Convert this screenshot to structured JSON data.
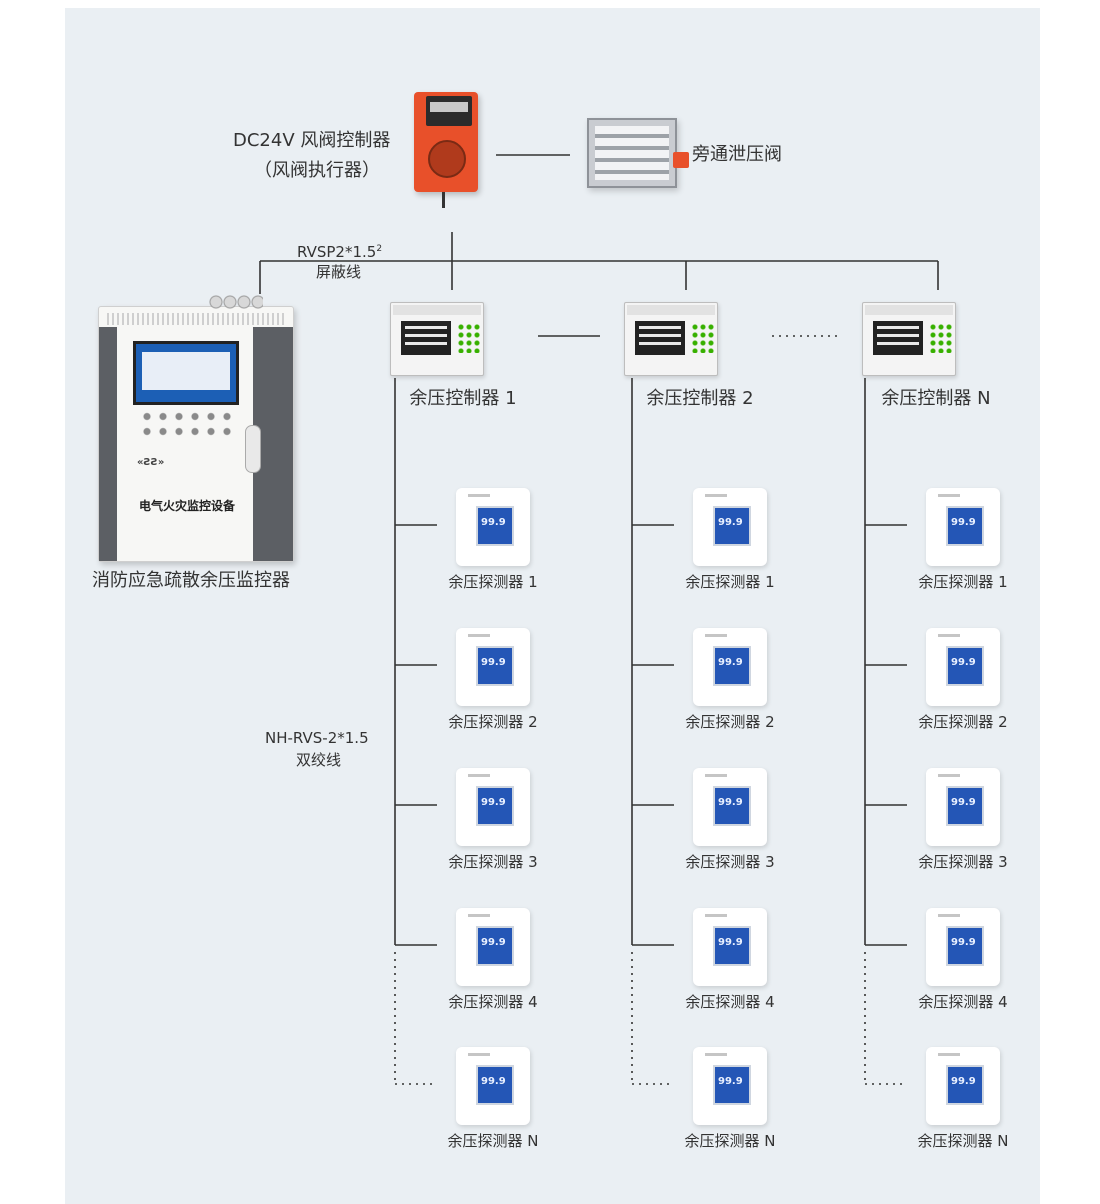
{
  "top": {
    "actuator_label_line1": "DC24V 风阀控制器",
    "actuator_label_line2": "（风阀执行器）",
    "valve_label": "旁通泄压阀"
  },
  "bus_cable": {
    "line1": "RVSP2*1.5",
    "superscript": "2",
    "line2": "屏蔽线"
  },
  "monitor_label": "消防应急疏散余压监控器",
  "cabinet_brand": "电气火灾监控设备",
  "cabinet_logo": "«ƧƧ»",
  "detector_cable": {
    "line1": "NH-RVS-2*1.5",
    "line2": "双绞线"
  },
  "controllers": [
    {
      "label": "余压控制器 1",
      "detectors": [
        "余压探测器 1",
        "余压探测器 2",
        "余压探测器 3",
        "余压探测器 4",
        "余压探测器 N"
      ]
    },
    {
      "label": "余压控制器 2",
      "detectors": [
        "余压探测器 1",
        "余压探测器 2",
        "余压探测器 3",
        "余压探测器 4",
        "余压探测器 N"
      ]
    },
    {
      "label": "余压控制器 N",
      "detectors": [
        "余压探测器 1",
        "余压探测器 2",
        "余压探测器 3",
        "余压探测器 4",
        "余压探测器 N"
      ]
    }
  ],
  "colors": {
    "panel": "#eaeff3",
    "wire": "#333333",
    "actuator": "#e8502a",
    "detector_screen": "#2456b6"
  }
}
